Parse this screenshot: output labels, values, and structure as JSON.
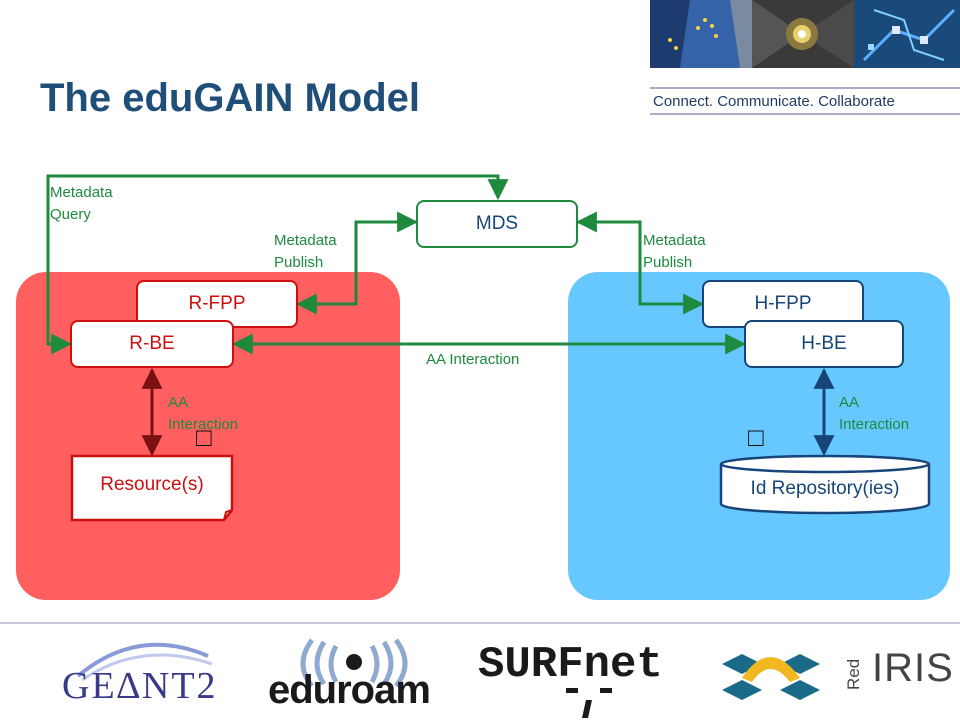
{
  "header": {
    "title": "The eduGAIN Model",
    "tagline": "Connect. Communicate. Collaborate"
  },
  "diagram": {
    "nodes": {
      "mds": "MDS",
      "r_fpp": "R-FPP",
      "r_be": "R-BE",
      "h_fpp": "H-FPP",
      "h_be": "H-BE",
      "resources": "Resource(s)",
      "id_repo": "Id Repository(ies)"
    },
    "labels": {
      "metadata_query_1": "Metadata",
      "metadata_query_2": "Query",
      "metadata_publish_left_1": "Metadata",
      "metadata_publish_left_2": "Publish",
      "metadata_publish_right_1": "Metadata",
      "metadata_publish_right_2": "Publish",
      "aa_interaction_center": "AA Interaction",
      "aa_interaction_left_1": "AA",
      "aa_interaction_left_2": "Interaction",
      "aa_interaction_right_1": "AA",
      "aa_interaction_right_2": "Interaction"
    },
    "glyphs": {
      "left": "□",
      "right": "□"
    },
    "colors": {
      "link": "#1e8a3e",
      "service_domain": "#ff5f5f",
      "home_domain": "#66c8ff",
      "service_border": "#cc1010",
      "home_border": "#17457a"
    }
  },
  "footer": {
    "logos": {
      "geant": "GE∆NT2",
      "eduroam": "eduroam",
      "surfnet": "SURFnet",
      "rediris_small": "Red",
      "rediris_big": "IRIS"
    }
  }
}
